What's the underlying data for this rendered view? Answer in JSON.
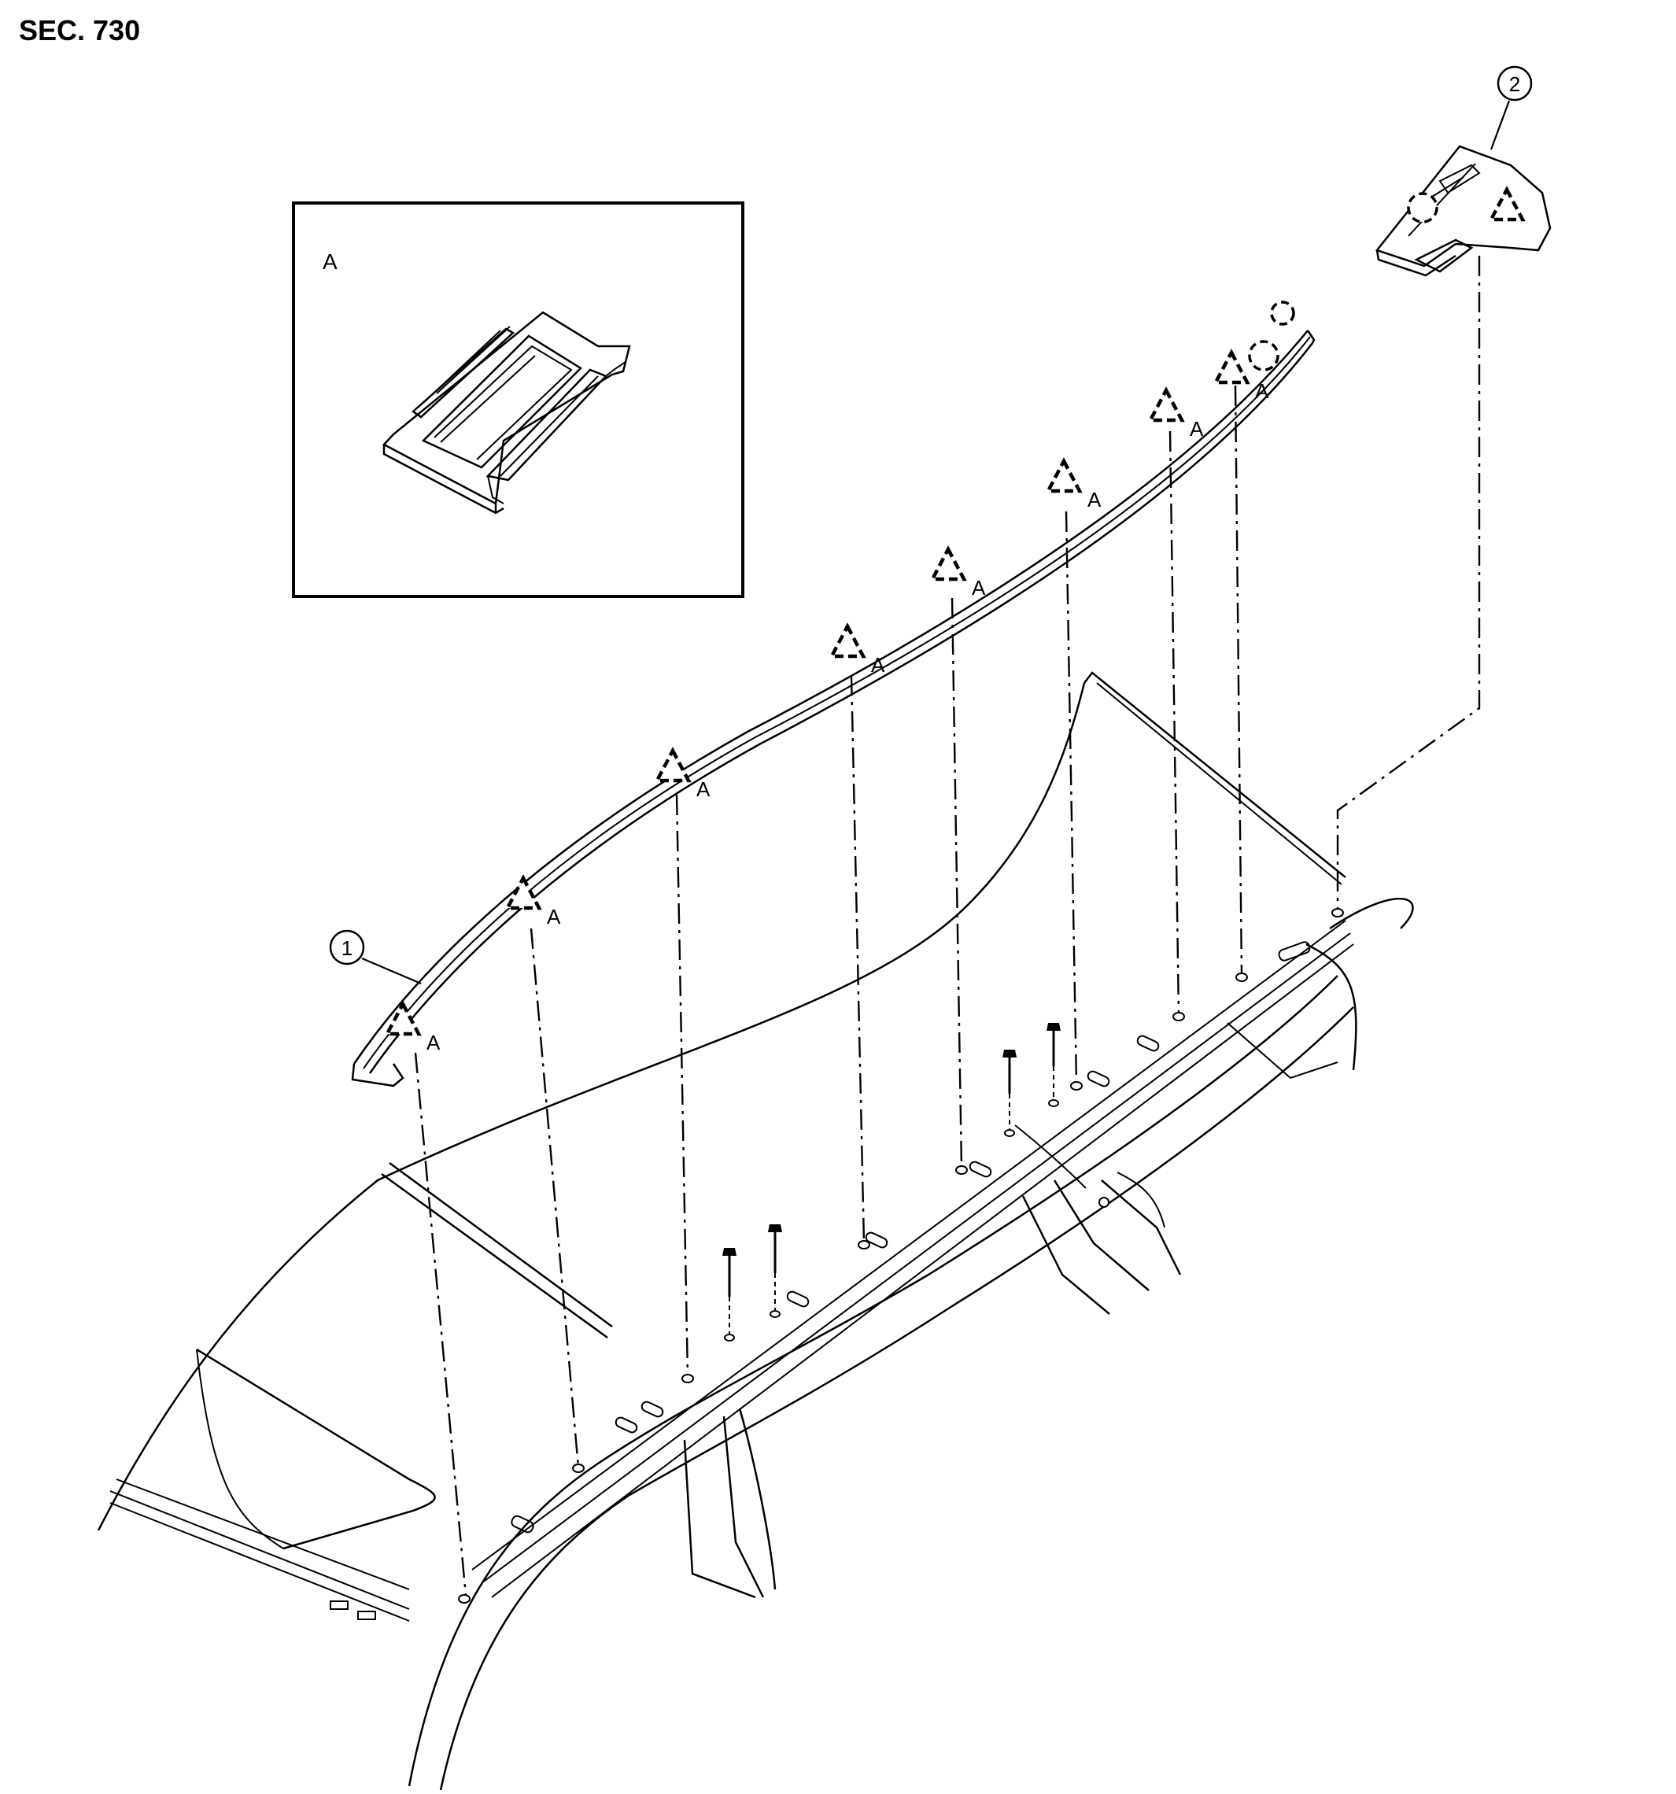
{
  "section_label": "SEC. 730",
  "inset": {
    "label": "A"
  },
  "callouts": [
    {
      "number": "1"
    },
    {
      "number": "2"
    }
  ],
  "clip_label": "A"
}
